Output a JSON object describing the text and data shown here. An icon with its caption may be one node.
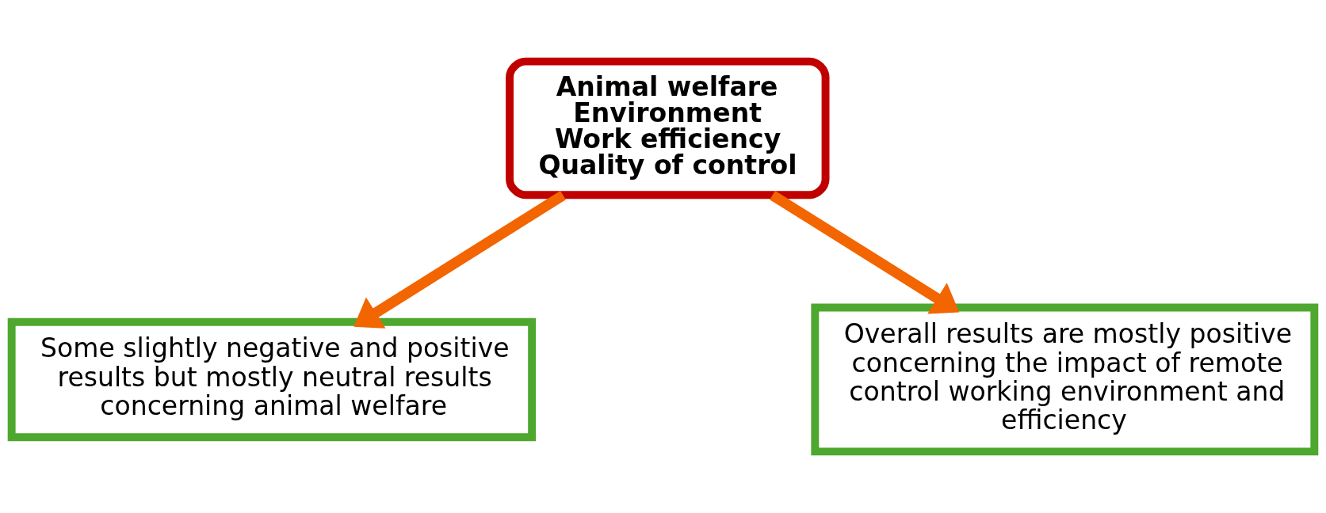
{
  "diagram": {
    "nodes": [
      {
        "text": [
          "Animal welfare",
          "Environment",
          "Work efficiency",
          "Quality of control"
        ]
      },
      {
        "text": [
          "Some slightly negative and positive results but mostly neutral results concerning animal welfare"
        ]
      },
      {
        "text": [
          "Overall results are mostly positive concerning the impact of remote control working environment and efficiency"
        ]
      }
    ],
    "edges": [
      {
        "from": 0,
        "to": 1,
        "arrow": "to"
      },
      {
        "from": 0,
        "to": 2,
        "arrow": "to"
      }
    ]
  }
}
